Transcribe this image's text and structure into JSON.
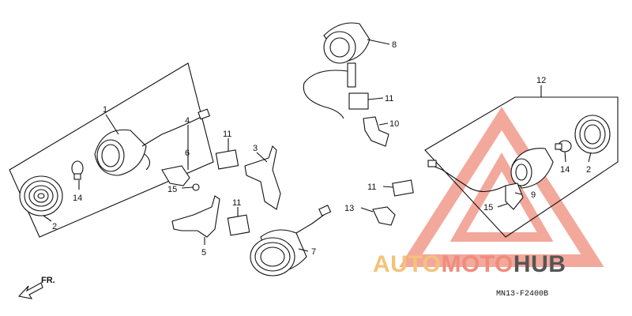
{
  "part_numbers": {
    "p1": "1",
    "p2_left": "2",
    "p14_left": "14",
    "p4": "4",
    "p6": "6",
    "p15_left": "15",
    "p11_a": "11",
    "p3": "3",
    "p11_b": "11",
    "p5": "5",
    "p7": "7",
    "p8": "8",
    "p11_c": "11",
    "p10": "10",
    "p11_d": "11",
    "p13": "13",
    "p12": "12",
    "p14_right": "14",
    "p2_right": "2",
    "p9": "9",
    "p15_right": "15"
  },
  "direction_label": "FR.",
  "reference_code": "MN13-F2400B",
  "watermark": {
    "part_a": "AUTO",
    "part_b": "MOTO",
    "part_c": "HUB"
  },
  "colors": {
    "line": "#111111",
    "watermark_triangle": "#ef8c7c",
    "watermark_auto": "#f4c27a",
    "watermark_hub": "#555555"
  }
}
